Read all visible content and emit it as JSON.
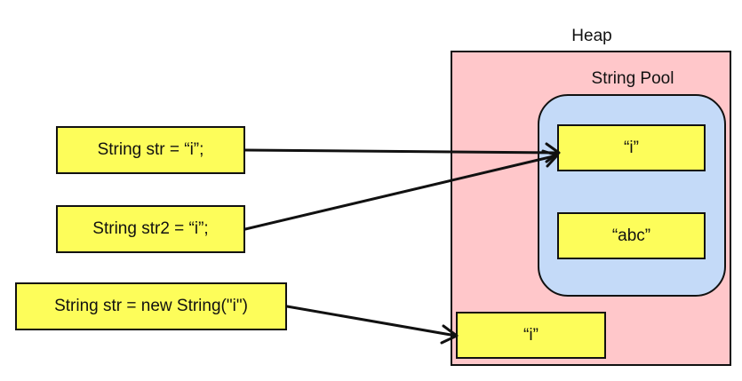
{
  "heap": {
    "label": "Heap",
    "string_pool": {
      "label": "String Pool",
      "entries": [
        "“i”",
        "“abc”"
      ]
    },
    "object_entry": "“i”"
  },
  "variables": [
    "String str = “i”;",
    "String str2 = “i”;",
    "String str = new String(\"i\")"
  ],
  "colors": {
    "heap_fill": "#ffc7ca",
    "pool_fill": "#c4daf8",
    "box_fill": "#fdfd5a",
    "stroke": "#111111"
  }
}
